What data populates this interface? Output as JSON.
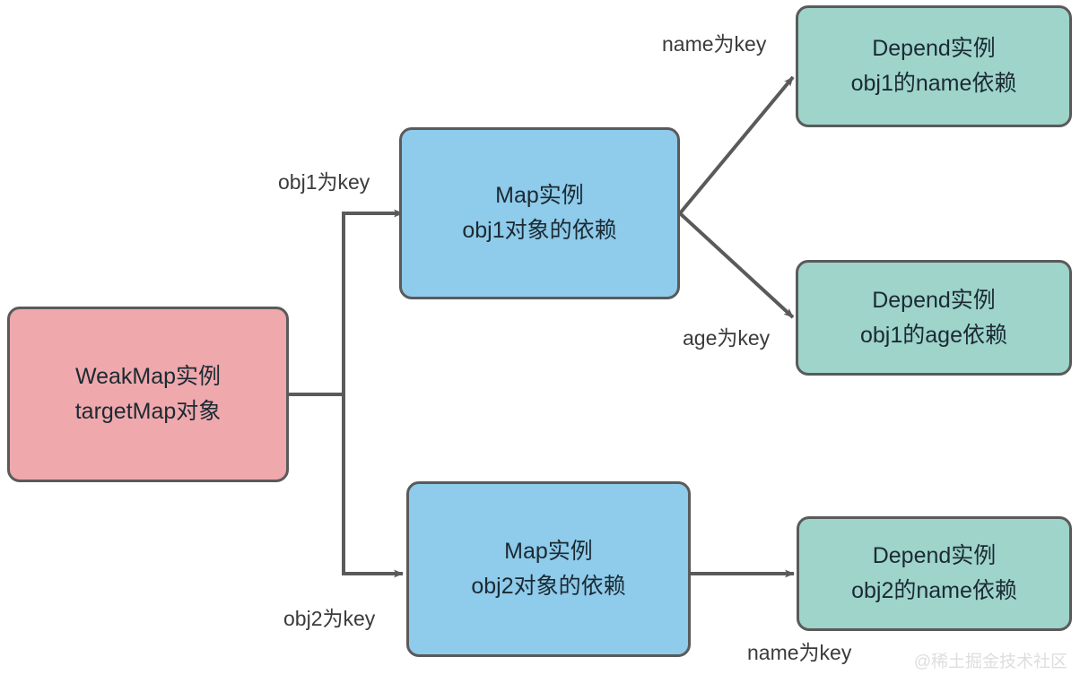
{
  "diagram": {
    "title": "WeakMap targetMap dependency structure",
    "colors": {
      "pink_fill": "#efa8ac",
      "blue_fill": "#8fcbea",
      "green_fill": "#9ed4ca",
      "stroke": "#5a5a5a",
      "text": "#1b2a33",
      "label_text": "#3b3b3b",
      "watermark": "#dedede",
      "background": "#ffffff"
    },
    "nodes": [
      {
        "id": "weakmap",
        "type": "pink",
        "line1": "WeakMap实例",
        "line2": "targetMap对象"
      },
      {
        "id": "map-obj1",
        "type": "blue",
        "line1": "Map实例",
        "line2": "obj1对象的依赖"
      },
      {
        "id": "map-obj2",
        "type": "blue",
        "line1": "Map实例",
        "line2": "obj2对象的依赖"
      },
      {
        "id": "depend-obj1-name",
        "type": "green",
        "line1": "Depend实例",
        "line2": "obj1的name依赖"
      },
      {
        "id": "depend-obj1-age",
        "type": "green",
        "line1": "Depend实例",
        "line2": "obj1的age依赖"
      },
      {
        "id": "depend-obj2-name",
        "type": "green",
        "line1": "Depend实例",
        "line2": "obj2的name依赖"
      }
    ],
    "edges": [
      {
        "id": "weakmap-to-map-obj1",
        "label": "obj1为key"
      },
      {
        "id": "weakmap-to-map-obj2",
        "label": "obj2为key"
      },
      {
        "id": "map-obj1-to-depend-obj1-name",
        "label": "name为key"
      },
      {
        "id": "map-obj1-to-depend-obj1-age",
        "label": "age为key"
      },
      {
        "id": "map-obj2-to-depend-obj2-name",
        "label": "name为key"
      }
    ],
    "watermark": "@稀土掘金技术社区"
  }
}
